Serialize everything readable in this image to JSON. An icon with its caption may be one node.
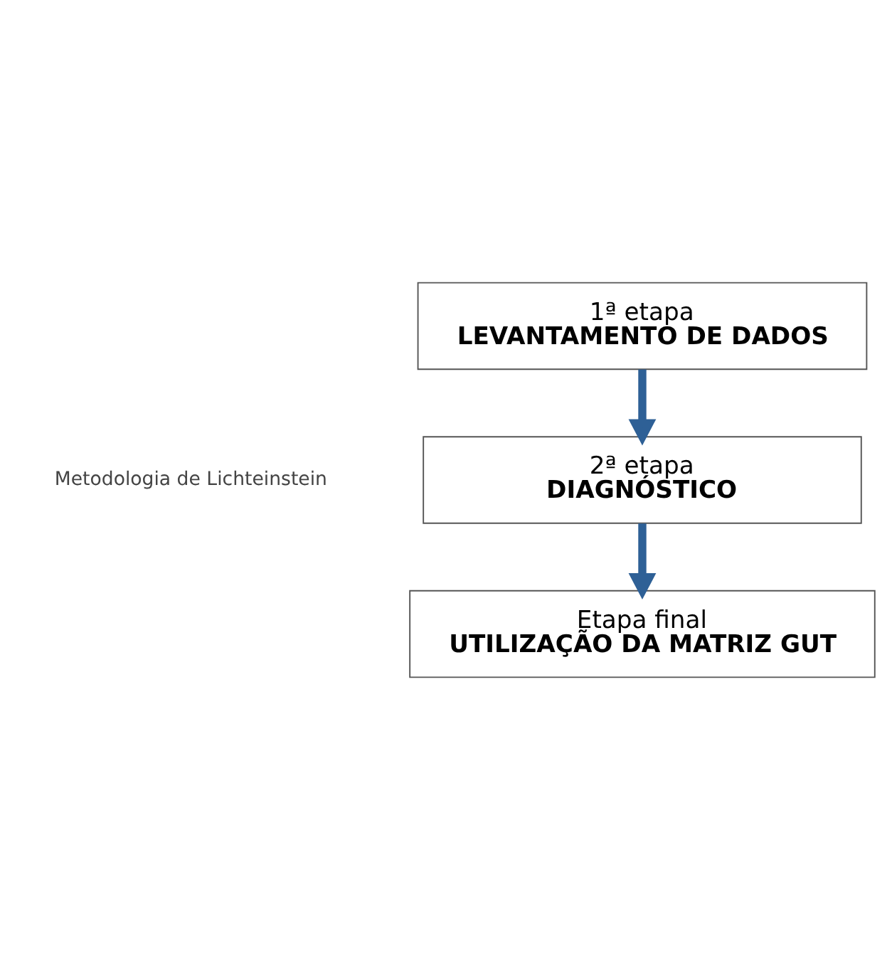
{
  "diagram": {
    "nodes": [
      {
        "text": [
          "1ª etapa",
          "LEVANTAMENTO DE DADOS"
        ]
      },
      {
        "text": [
          "2ª etapa",
          "DIAGNÓSTICO"
        ]
      },
      {
        "text": [
          "Etapa final",
          "UTILIZAÇÃO DA MATRIZ GUT"
        ]
      }
    ],
    "edges": [
      {
        "from": 0,
        "to": 1,
        "arrow": "to"
      },
      {
        "from": 1,
        "to": 2,
        "arrow": "to"
      }
    ],
    "labels": [
      "Metodologia de Lichteinstein"
    ]
  }
}
